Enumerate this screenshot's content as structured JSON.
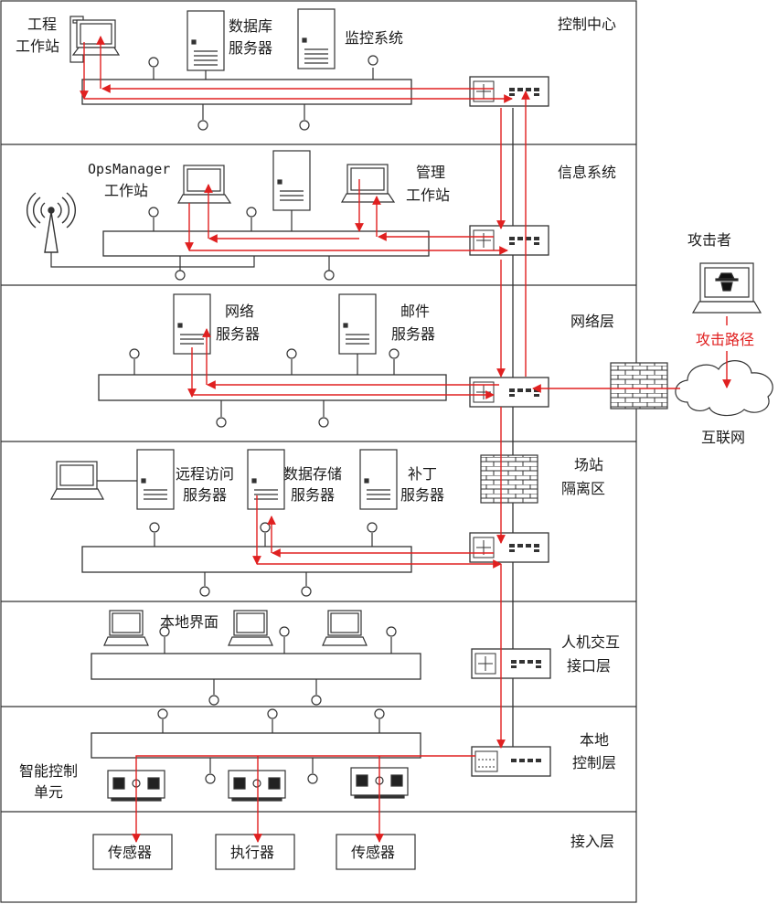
{
  "layers": {
    "control_center": "控制中心",
    "info_system": "信息系统",
    "network_layer": "网络层",
    "dmz_line1": "场站",
    "dmz_line2": "隔离区",
    "hmi_line1": "人机交互",
    "hmi_line2": "接口层",
    "local_ctrl_line1": "本地",
    "local_ctrl_line2": "控制层",
    "access_layer": "接入层"
  },
  "devices": {
    "eng_ws_line1": "工程",
    "eng_ws_line2": "工作站",
    "db_server_line1": "数据库",
    "db_server_line2": "服务器",
    "monitor_system": "监控系统",
    "opsmanager_line1": "OpsManager",
    "opsmanager_line2": "工作站",
    "mgmt_ws_line1": "管理",
    "mgmt_ws_line2": "工作站",
    "net_server_line1": "网络",
    "net_server_line2": "服务器",
    "mail_server_line1": "邮件",
    "mail_server_line2": "服务器",
    "remote_server_line1": "远程访问",
    "remote_server_line2": "服务器",
    "storage_server_line1": "数据存储",
    "storage_server_line2": "服务器",
    "patch_server_line1": "补丁",
    "patch_server_line2": "服务器",
    "local_ui": "本地界面",
    "smart_ctrl_line1": "智能控制",
    "smart_ctrl_line2": "单元",
    "sensor1": "传感器",
    "actuator": "执行器",
    "sensor2": "传感器"
  },
  "external": {
    "attacker": "攻击者",
    "attack_path": "攻击路径",
    "internet": "互联网"
  },
  "colors": {
    "attack": "#e02020",
    "line": "#1a1a1a"
  }
}
